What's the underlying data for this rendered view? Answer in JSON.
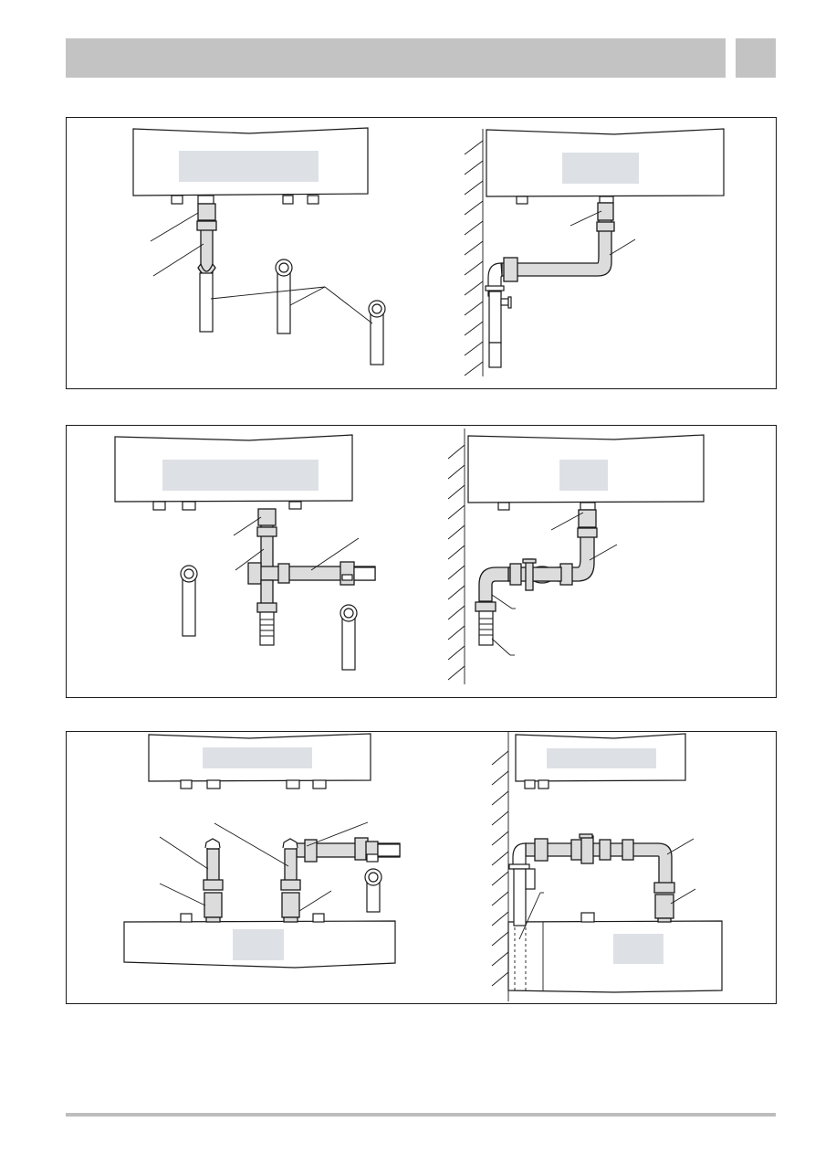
{
  "header": {
    "title": "",
    "page_tab": ""
  },
  "panels": [
    {
      "id": "panel-1",
      "content": ""
    },
    {
      "id": "panel-2",
      "content": ""
    },
    {
      "id": "panel-3",
      "content": ""
    }
  ],
  "colors": {
    "header": "#c3c3c3",
    "footer": "#bdbdbd",
    "pipe": "#dcdcdc",
    "label_plate": "#dde1e5",
    "outline": "#1a1a1a"
  }
}
